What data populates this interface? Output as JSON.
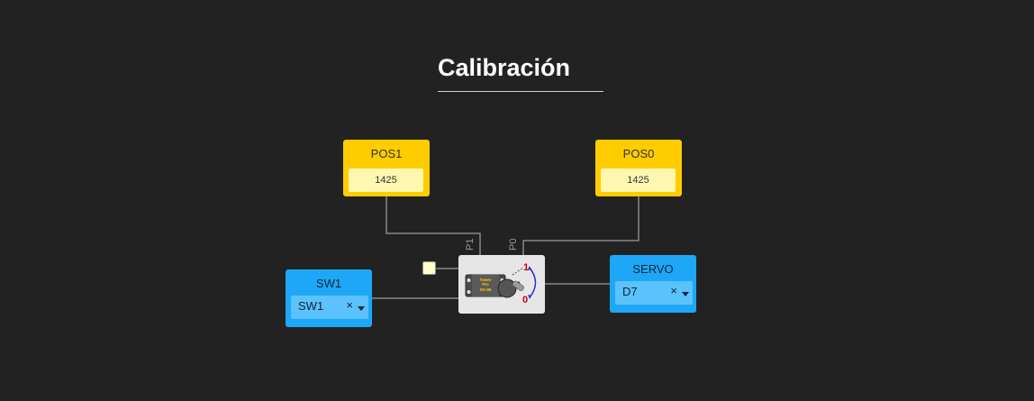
{
  "title": "Calibración",
  "blocks": {
    "pos1": {
      "label": "POS1",
      "value": "1425"
    },
    "pos0": {
      "label": "POS0",
      "value": "1425"
    },
    "sw1": {
      "label": "SW1",
      "selected": "SW1",
      "clear_icon": "×"
    },
    "servo": {
      "label": "SERVO",
      "selected": "D7",
      "clear_icon": "×"
    }
  },
  "servo_block": {
    "port_p1": "P1",
    "port_p0": "P0",
    "marker_1": "1",
    "marker_0": "0",
    "brand_line1": "Tower",
    "brand_line2": "Pro",
    "brand_line3": "SG-90"
  },
  "colors": {
    "background": "#222222",
    "constant_block": "#ffcc00",
    "constant_value": "#fff7b0",
    "io_block": "#1ea7f7",
    "io_select": "#5cc2fb",
    "wire": "#888888",
    "servo_block": "#e6e6e6"
  }
}
